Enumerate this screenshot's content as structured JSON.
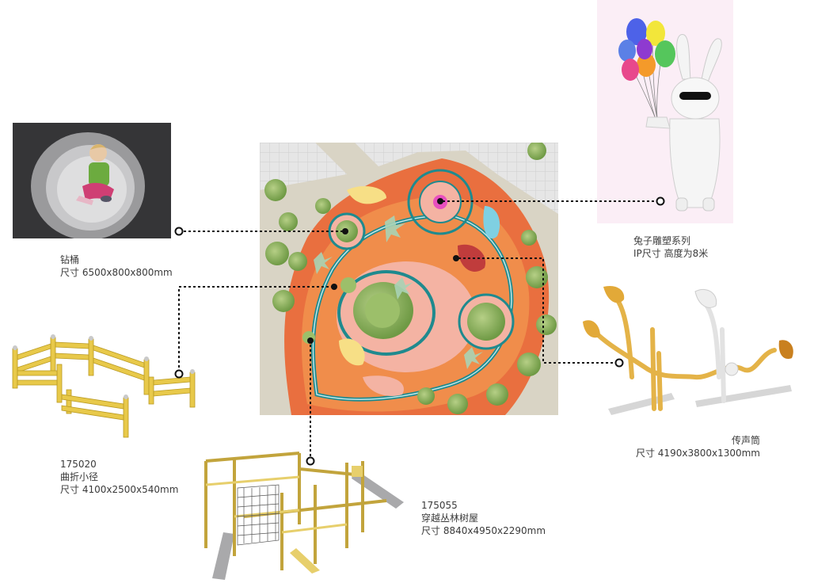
{
  "captions": {
    "drum": {
      "name": "钻桶",
      "size": "尺寸 6500x800x800mm"
    },
    "path": {
      "code": "175020",
      "name": "曲折小径",
      "size": "尺寸 4100x2500x540mm"
    },
    "tree": {
      "code": "175055",
      "name": "穿越丛林树屋",
      "size": "尺寸 8840x4950x2290mm"
    },
    "rabbit": {
      "name": "兔子雕塑系列",
      "size": "IP尺寸 高度为8米"
    },
    "horn": {
      "name": "传声筒",
      "size": "尺寸 4190x3800x1300mm"
    }
  },
  "colors": {
    "plaza_orange": "#ef8a4a",
    "track_teal": "#1f8a8e",
    "pink": "#f4b3a3",
    "lawn": "#9cbf6a",
    "leader": "#111111"
  }
}
